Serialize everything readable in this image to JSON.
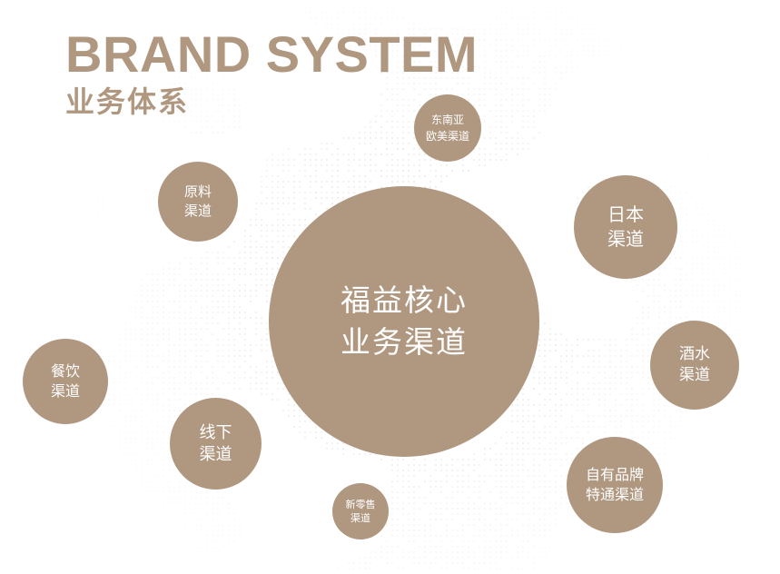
{
  "title_en": "BRAND SYSTEM",
  "title_cn": "业务体系",
  "accent_color": "#b09780",
  "globe_dot_color": "#d6d6d6",
  "nodes": {
    "core": "福益核心\n业务渠道",
    "southeast_asia_europe_america": "东南亚\n欧美渠道",
    "raw_material": "原料\n渠道",
    "japan": "日本\n渠道",
    "liquor": "酒水\n渠道",
    "catering": "餐饮\n渠道",
    "offline": "线下\n渠道",
    "own_brand_special": "自有品牌\n特通渠道",
    "new_retail": "新零售\n渠道"
  }
}
